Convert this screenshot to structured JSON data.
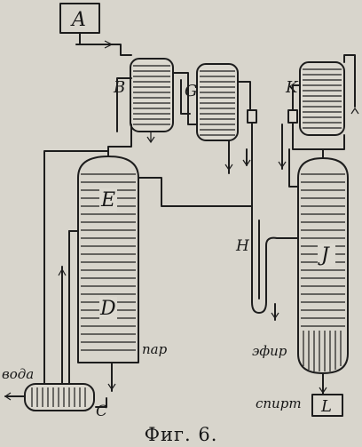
{
  "labels": {
    "A": "A",
    "B": "B",
    "G": "G",
    "K": "K",
    "E": "E",
    "D": "D",
    "H": "H",
    "J": "J",
    "C": "C",
    "L": "L",
    "voda": "вода",
    "par": "пар",
    "efir": "эфир",
    "spirt": "спирт"
  },
  "caption": "Фиг. 6."
}
